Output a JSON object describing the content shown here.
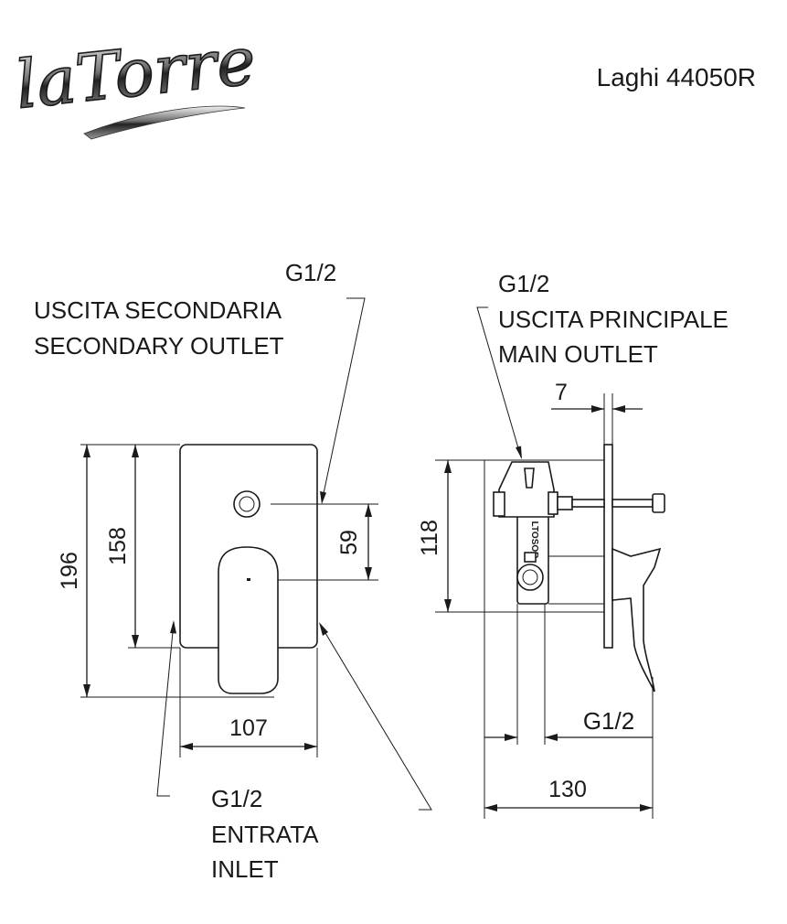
{
  "header": {
    "brand": "laTorre",
    "model": "Laghi 44050R"
  },
  "front_view": {
    "secondary_outlet": {
      "thread": "G1/2",
      "label_it": "USCITA SECONDARIA",
      "label_en": "SECONDARY OUTLET"
    },
    "inlet": {
      "thread": "G1/2",
      "label_it": "ENTRATA",
      "label_en": "INLET"
    },
    "dimensions": {
      "overall_height": "196",
      "plate_height": "158",
      "centres": "59",
      "plate_width": "107"
    }
  },
  "side_view": {
    "main_outlet": {
      "thread": "G1/2",
      "label_it": "USCITA PRINCIPALE",
      "label_en": "MAIN OUTLET"
    },
    "body_marking": "LTOSOR",
    "bottom_thread": "G1/2",
    "dimensions": {
      "body_height": "118",
      "plate_thickness": "7",
      "overall_depth": "130"
    }
  },
  "colors": {
    "line": "#1a1a1a",
    "background": "#ffffff"
  }
}
